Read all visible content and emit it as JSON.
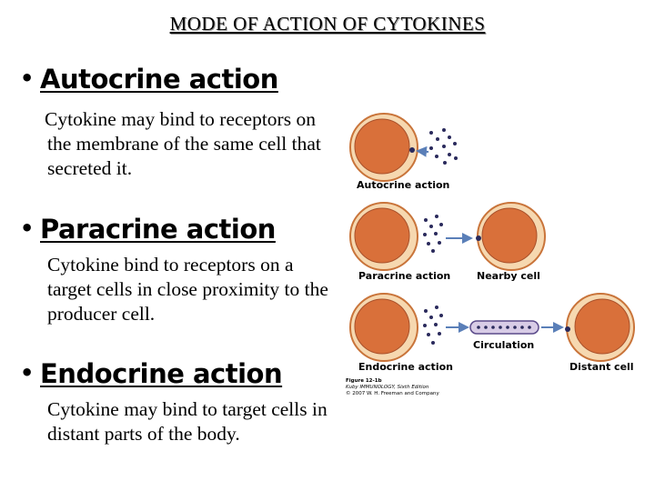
{
  "title": "MODE OF ACTION OF CYTOKINES",
  "sections": [
    {
      "heading": "Autocrine action",
      "text": "Cytokine may bind to receptors on the membrane of the same cell that secreted it."
    },
    {
      "heading": "Paracrine  action",
      "text": "Cytokine  bind to receptors on a target cells in close proximity to the producer cell."
    },
    {
      "heading": "Endocrine action",
      "text": "Cytokine may bind to target cells in distant parts of the body."
    }
  ],
  "diagram": {
    "labels": {
      "autocrine": "Autocrine action",
      "paracrine": "Paracrine action",
      "nearby": "Nearby cell",
      "circulation": "Circulation",
      "endocrine": "Endocrine action",
      "distant": "Distant cell"
    },
    "credit": {
      "figure": "Figure 12-1b",
      "book": "Kuby IMMUNOLOGY, Sixth Edition",
      "copyright": "© 2007 W. H. Freeman and Company"
    },
    "colors": {
      "cell_outer": "#f6d8b0",
      "cell_border": "#c9743a",
      "nucleus": "#d9703a",
      "dot": "#2a2a5c",
      "arrow": "#5a7fb8",
      "vessel": "#d8cce6"
    }
  }
}
